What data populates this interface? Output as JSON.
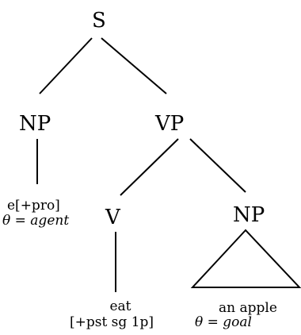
{
  "tree": {
    "root": {
      "label": "S"
    },
    "subject": {
      "label": "NP",
      "features": "e[+pro]",
      "theta_symbol": "θ = ",
      "theta_role": "agent"
    },
    "predicate": {
      "label": "VP"
    },
    "verb": {
      "label": "V",
      "word": "eat",
      "features": "[+pst sg 1p]"
    },
    "object": {
      "label": "NP",
      "word": "an apple",
      "theta_symbol": "θ = ",
      "theta_role": "goal"
    }
  }
}
